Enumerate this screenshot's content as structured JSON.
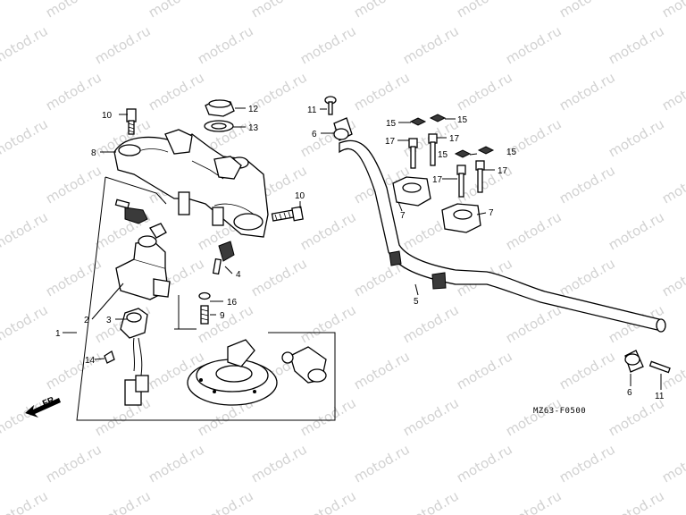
{
  "watermark": "motod.ru",
  "diagram_code": "MZ63-F0500",
  "direction_label": "FR.",
  "colors": {
    "line": "#000000",
    "watermark": "#d2d2d2",
    "background": "#ffffff"
  },
  "callouts": {
    "c1": "1",
    "c2": "2",
    "c3": "3",
    "c4": "4",
    "c5": "5",
    "c6a": "6",
    "c6b": "6",
    "c7a": "7",
    "c7b": "7",
    "c8": "8",
    "c9": "9",
    "c10a": "10",
    "c10b": "10",
    "c11a": "11",
    "c11b": "11",
    "c12": "12",
    "c13": "13",
    "c14": "14",
    "c15a": "15",
    "c15b": "15",
    "c15c": "15",
    "c15d": "15",
    "c16": "16",
    "c17a": "17",
    "c17b": "17",
    "c17c": "17",
    "c17d": "17"
  }
}
